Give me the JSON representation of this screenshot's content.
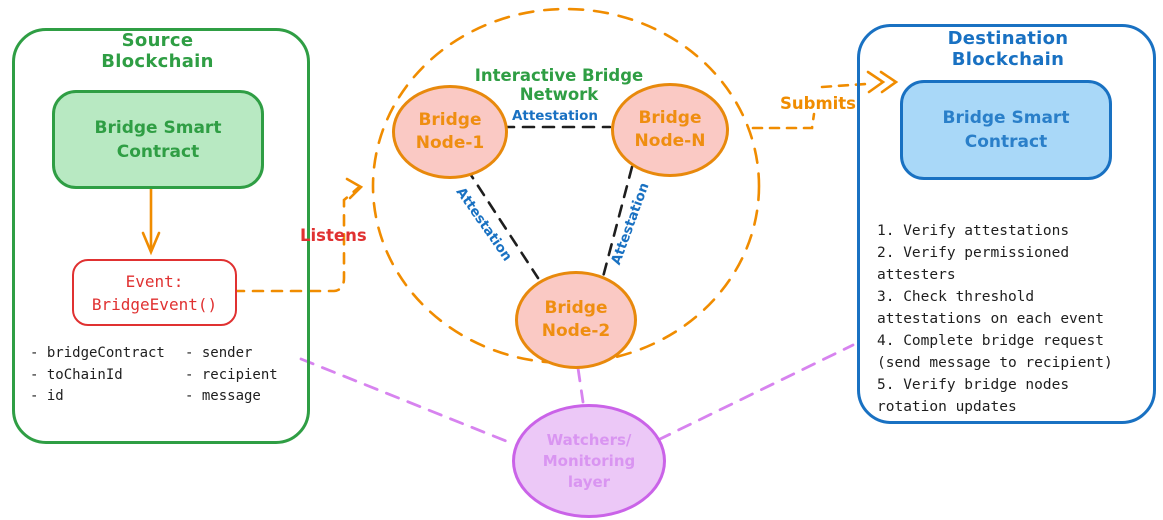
{
  "source": {
    "title": "Source Blockchain",
    "contract_label": "Bridge Smart\nContract",
    "event": {
      "line1": "Event:",
      "line2": "BridgeEvent()"
    },
    "fields": {
      "left": [
        "- bridgeContract",
        "- toChainId",
        "- id"
      ],
      "right": [
        "- sender",
        "- recipient",
        "- message"
      ]
    }
  },
  "network": {
    "title": "Interactive Bridge Network",
    "nodes": [
      {
        "label": "Bridge\nNode-1"
      },
      {
        "label": "Bridge\nNode-N"
      },
      {
        "label": "Bridge\nNode-2"
      }
    ],
    "edge_labels": [
      "Attestation",
      "Attestation",
      "Attestation"
    ]
  },
  "destination": {
    "title": "Destination Blockchain",
    "contract_label": "Bridge Smart\nContract",
    "steps": [
      "1. Verify attestations",
      "2. Verify permissioned attesters",
      "3. Check threshold attestations on each event",
      "4. Complete bridge request (send message to recipient)",
      "5. Verify bridge nodes rotation updates"
    ]
  },
  "watchers": {
    "label": "Watchers/\nMonitoring\nlayer"
  },
  "flow_labels": {
    "listens": "Listens",
    "submits": "Submits"
  },
  "colors": {
    "green": "#2f9e44",
    "green_fill": "#b8e9c2",
    "red": "#e03131",
    "orange": "#f08c00",
    "node_border": "#e8890c",
    "node_fill": "#fac9c4",
    "blue": "#1971c2",
    "blue_fill": "#a9d8f8",
    "purple": "#d783ef",
    "watchers_border": "#ca63e8",
    "watchers_fill": "#ecc8f7",
    "ink": "#1e1e1e"
  }
}
